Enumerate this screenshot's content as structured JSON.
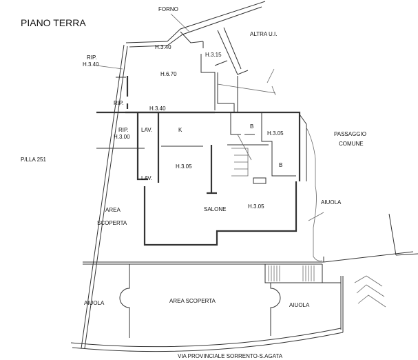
{
  "title": "PIANO TERRA",
  "labels": {
    "forno": "FORNO",
    "altra_ui": "ALTRA U.I.",
    "rip_top": "RIP.",
    "rip_top_h": "H.3.40",
    "h340_top": "H.3.40",
    "h315": "H.3.15",
    "h670": "H.6.70",
    "rip_mid": "RIP.",
    "h340_mid": "H.3.40",
    "rip_low": "RIP.",
    "rip_low_h": "H.3.00",
    "lav1": "LAV.",
    "lav2": "LAV.",
    "k": "K",
    "b1": "B",
    "b2": "B",
    "h305_bath": "H.3.05",
    "h305_left": "H.3.05",
    "h305_right": "H.3.05",
    "salone": "SALONE",
    "passaggio": "PASSAGGIO",
    "comune": "COMUNE",
    "plla": "P/LLA 251",
    "area": "AREA",
    "scoperta": "SCOPERTA",
    "aiuola_right": "AIUOLA",
    "aiuola_bl": "AIUOLA",
    "area_scoperta": "AREA SCOPERTA",
    "aiuola_br": "AIUOLA",
    "street": "VIA PROVINCIALE SORRENTO-S.AGATA"
  }
}
